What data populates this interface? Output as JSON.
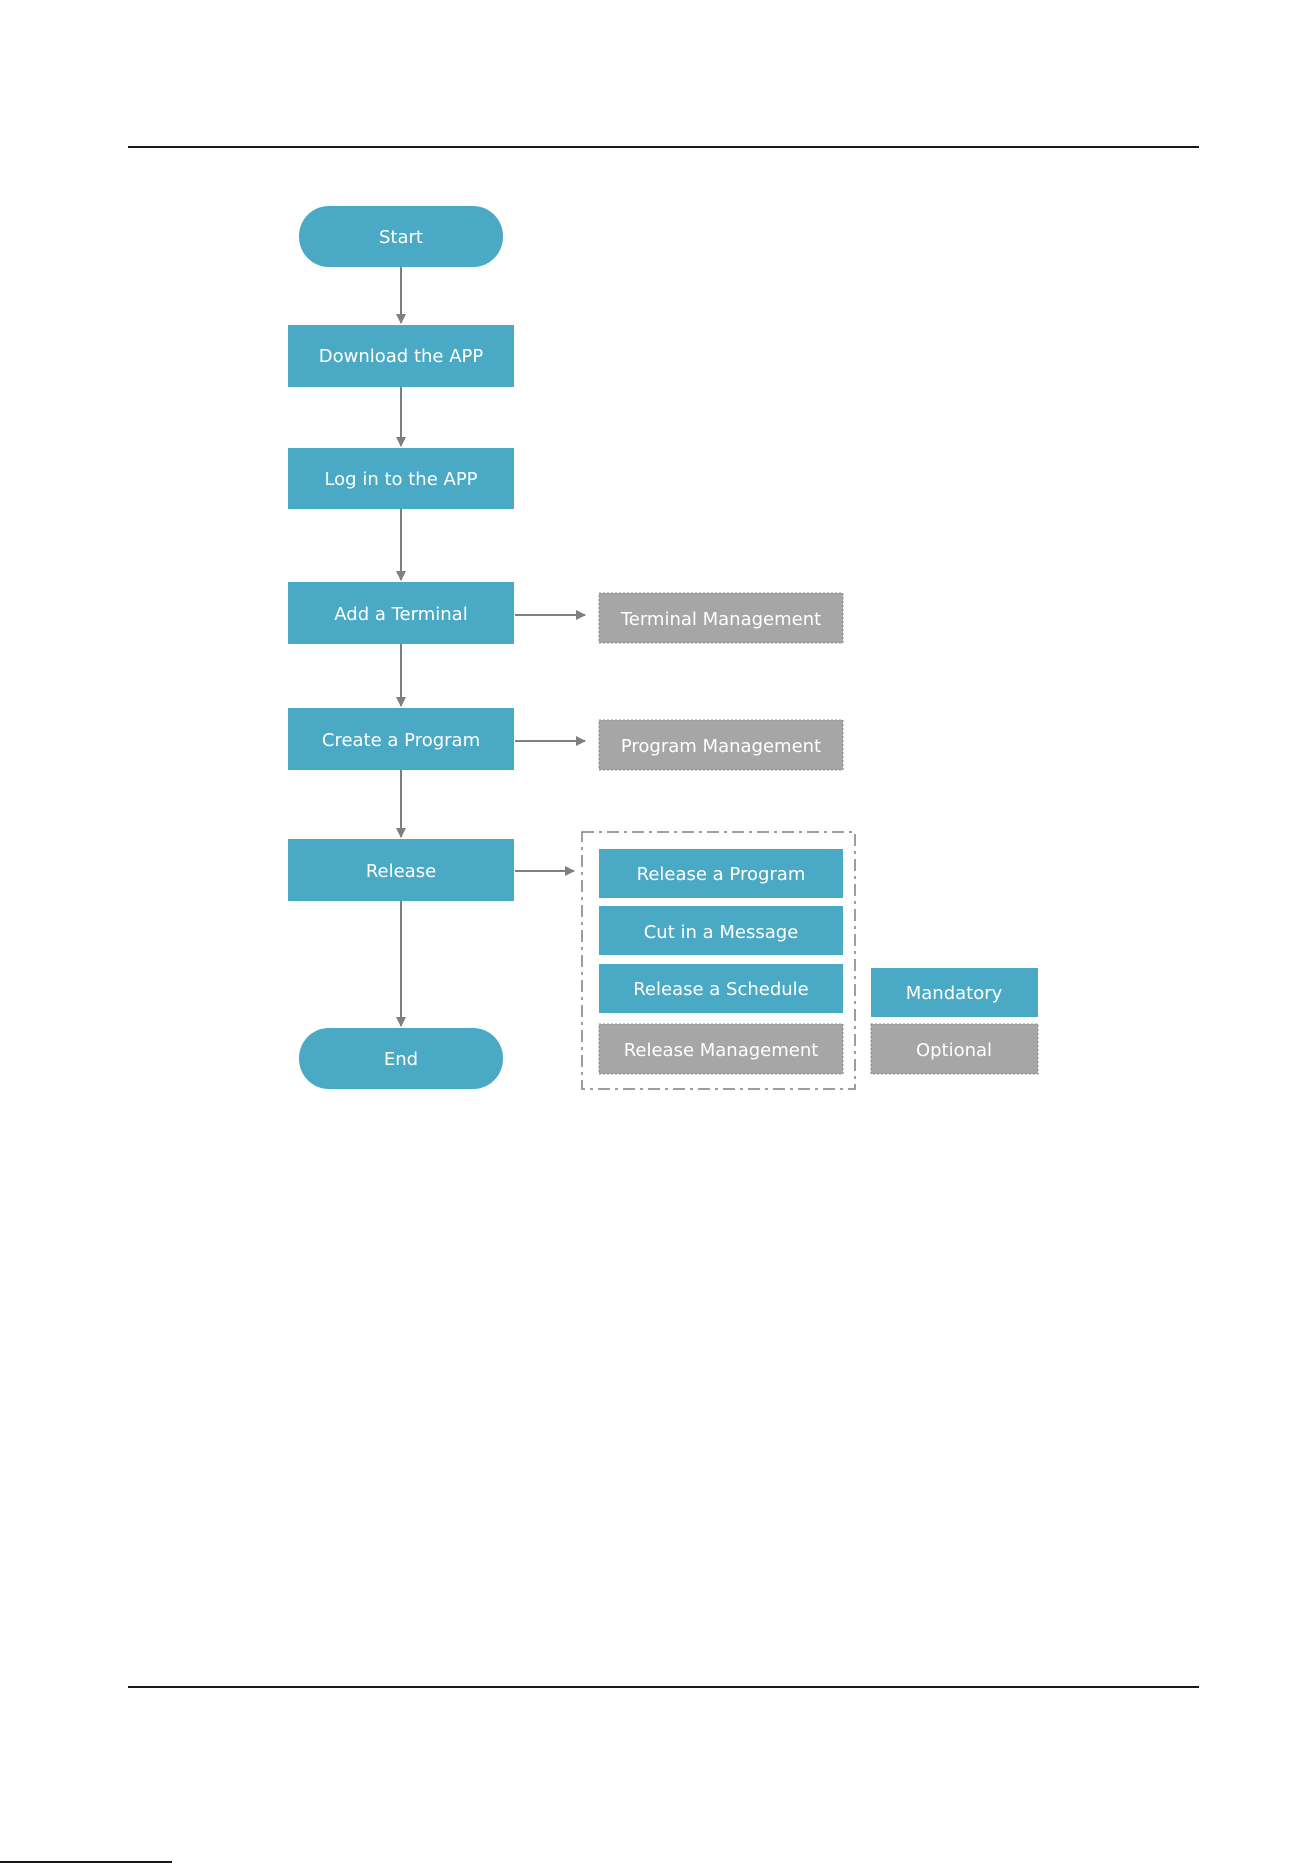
{
  "colors": {
    "mandatory": "#4aaac6",
    "optional": "#a6a6a6",
    "arrow": "#7f7f7f",
    "rule": "#1a1a1a"
  },
  "flow": {
    "start": "Start",
    "download": "Download the APP",
    "login": "Log in to the APP",
    "add_terminal": "Add a Terminal",
    "create_program": "Create a Program",
    "release": "Release",
    "end": "End"
  },
  "side": {
    "terminal_management": "Terminal Management",
    "program_management": "Program Management"
  },
  "release_group": {
    "release_program": "Release a Program",
    "cut_in_message": "Cut in a Message",
    "release_schedule": "Release a Schedule",
    "release_management": "Release Management"
  },
  "legend": {
    "mandatory": "Mandatory",
    "optional": "Optional"
  }
}
